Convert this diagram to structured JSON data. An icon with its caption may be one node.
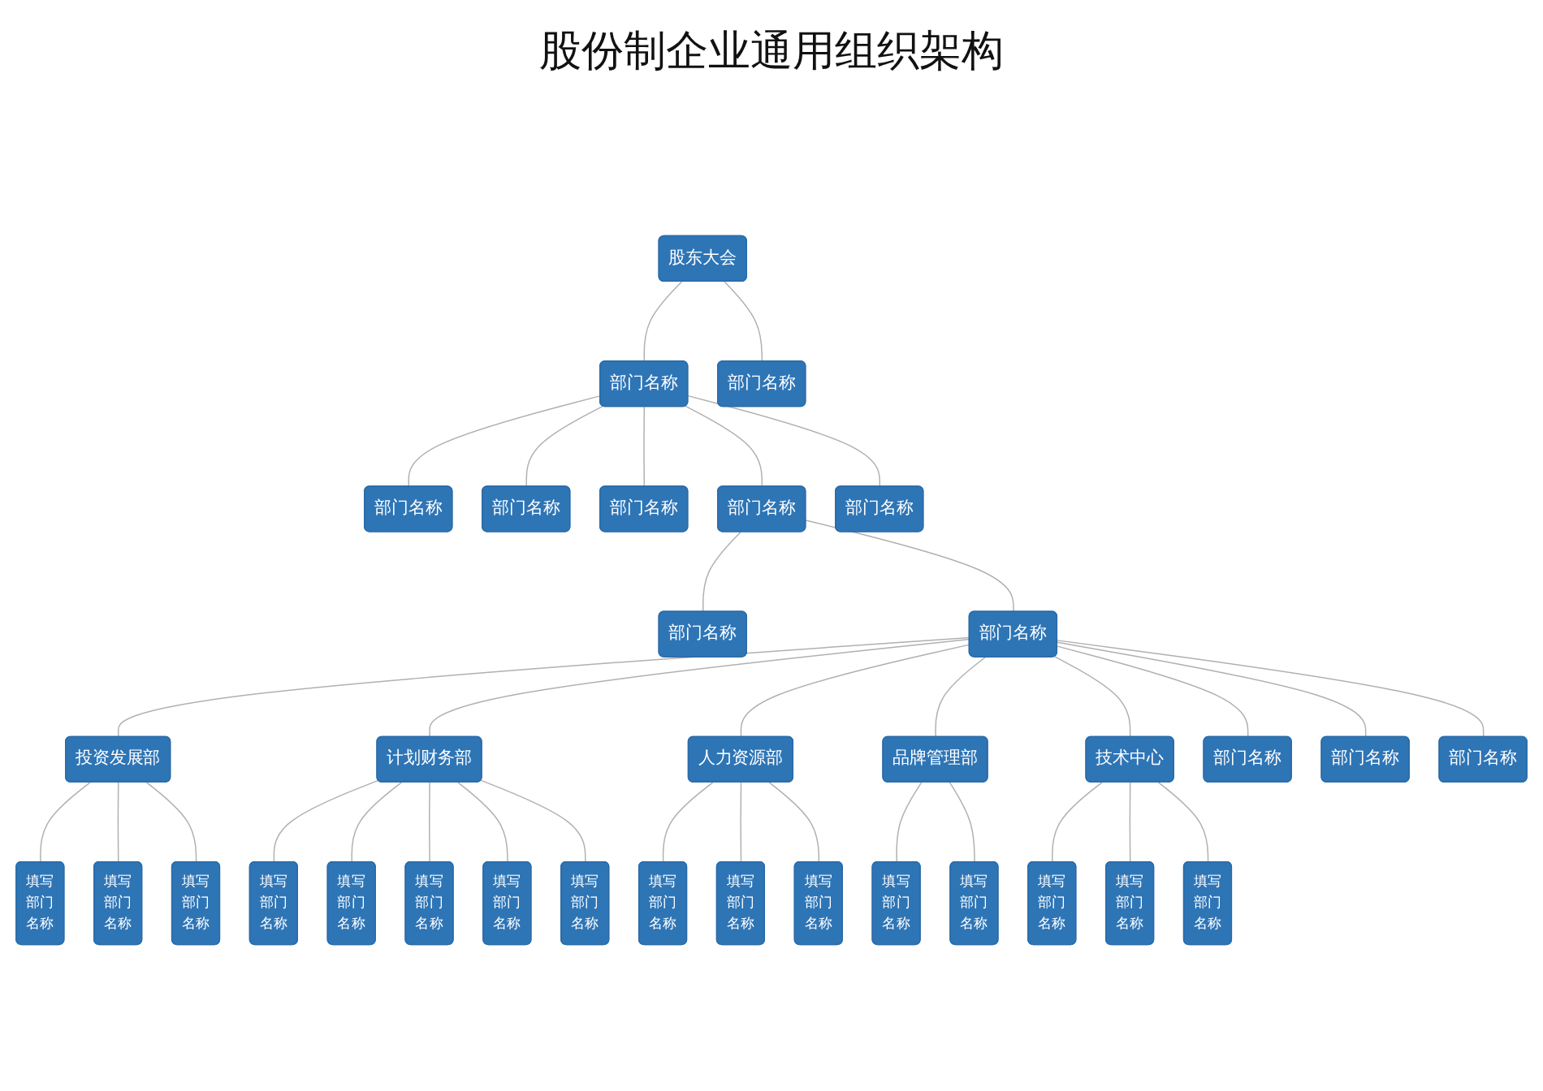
{
  "diagram": {
    "title": "股份制企业通用组织架构",
    "nodes": [
      {
        "text": [
          "股东大会"
        ]
      },
      {
        "text": [
          "部门名称"
        ]
      },
      {
        "text": [
          "部门名称"
        ]
      },
      {
        "text": [
          "部门名称"
        ]
      },
      {
        "text": [
          "部门名称"
        ]
      },
      {
        "text": [
          "部门名称"
        ]
      },
      {
        "text": [
          "部门名称"
        ]
      },
      {
        "text": [
          "部门名称"
        ]
      },
      {
        "text": [
          "部门名称"
        ]
      },
      {
        "text": [
          "部门名称"
        ]
      },
      {
        "text": [
          "部门名称"
        ]
      },
      {
        "text": [
          "部门名称"
        ]
      },
      {
        "text": [
          "部门名称"
        ]
      },
      {
        "text": [
          "投资发展部"
        ]
      },
      {
        "text": [
          "计划财务部"
        ]
      },
      {
        "text": [
          "人力资源部"
        ]
      },
      {
        "text": [
          "品牌管理部"
        ]
      },
      {
        "text": [
          "技术中心"
        ]
      },
      {
        "text": [
          "填写部门名称"
        ]
      },
      {
        "text": [
          "填写部门名称"
        ]
      },
      {
        "text": [
          "填写部门名称"
        ]
      },
      {
        "text": [
          "填写部门名称"
        ]
      },
      {
        "text": [
          "填写部门名称"
        ]
      },
      {
        "text": [
          "填写部门名称"
        ]
      },
      {
        "text": [
          "填写部门名称"
        ]
      },
      {
        "text": [
          "填写部门名称"
        ]
      },
      {
        "text": [
          "填写部门名称"
        ]
      },
      {
        "text": [
          "填写部门名称"
        ]
      },
      {
        "text": [
          "填写部门名称"
        ]
      },
      {
        "text": [
          "填写部门名称"
        ]
      },
      {
        "text": [
          "填写部门名称"
        ]
      },
      {
        "text": [
          "填写部门名称"
        ]
      },
      {
        "text": [
          "填写部门名称"
        ]
      },
      {
        "text": [
          "填写部门名称"
        ]
      }
    ],
    "edges": [
      {
        "from": 0,
        "to": 2,
        "arrow": "none"
      },
      {
        "from": 0,
        "to": 3,
        "arrow": "none"
      },
      {
        "from": 2,
        "to": 1,
        "arrow": "none"
      },
      {
        "from": 2,
        "to": 4,
        "arrow": "none"
      },
      {
        "from": 2,
        "to": 8,
        "arrow": "none"
      },
      {
        "from": 2,
        "to": 5,
        "arrow": "none"
      },
      {
        "from": 2,
        "to": 6,
        "arrow": "none"
      },
      {
        "from": 6,
        "to": 9,
        "arrow": "none"
      },
      {
        "from": 6,
        "to": 10,
        "arrow": "none"
      },
      {
        "from": 10,
        "to": 7,
        "arrow": "none"
      },
      {
        "from": 10,
        "to": 11,
        "arrow": "none"
      },
      {
        "from": 10,
        "to": 12,
        "arrow": "none"
      },
      {
        "from": 10,
        "to": 13,
        "arrow": "none"
      },
      {
        "from": 10,
        "to": 14,
        "arrow": "none"
      },
      {
        "from": 10,
        "to": 15,
        "arrow": "none"
      },
      {
        "from": 10,
        "to": 16,
        "arrow": "none"
      },
      {
        "from": 10,
        "to": 17,
        "arrow": "none"
      },
      {
        "from": 13,
        "to": 18,
        "arrow": "none"
      },
      {
        "from": 13,
        "to": 19,
        "arrow": "none"
      },
      {
        "from": 13,
        "to": 20,
        "arrow": "none"
      },
      {
        "from": 14,
        "to": 21,
        "arrow": "none"
      },
      {
        "from": 14,
        "to": 22,
        "arrow": "none"
      },
      {
        "from": 14,
        "to": 23,
        "arrow": "none"
      },
      {
        "from": 14,
        "to": 24,
        "arrow": "none"
      },
      {
        "from": 14,
        "to": 25,
        "arrow": "none"
      },
      {
        "from": 15,
        "to": 26,
        "arrow": "none"
      },
      {
        "from": 15,
        "to": 27,
        "arrow": "none"
      },
      {
        "from": 15,
        "to": 28,
        "arrow": "none"
      },
      {
        "from": 16,
        "to": 29,
        "arrow": "none"
      },
      {
        "from": 16,
        "to": 30,
        "arrow": "none"
      },
      {
        "from": 17,
        "to": 31,
        "arrow": "none"
      },
      {
        "from": 17,
        "to": 32,
        "arrow": "none"
      },
      {
        "from": 17,
        "to": 33,
        "arrow": "none"
      }
    ]
  }
}
